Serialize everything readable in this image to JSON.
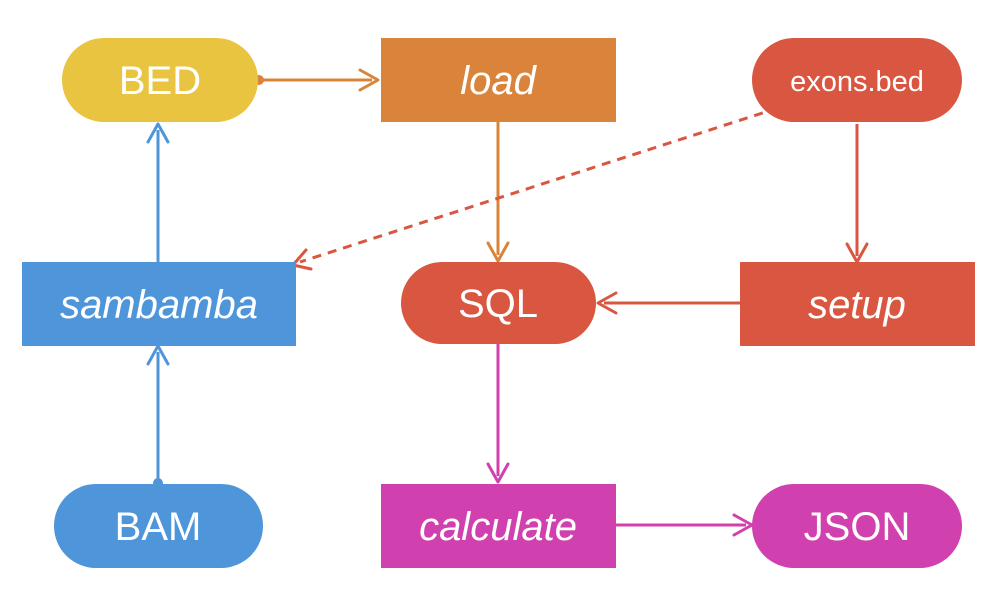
{
  "nodes": {
    "bed": {
      "label": "BED",
      "color": "#E9C440"
    },
    "load": {
      "label": "load",
      "color": "#D9843A"
    },
    "exons": {
      "label": "exons.bed",
      "color": "#D95640"
    },
    "sambamba": {
      "label": "sambamba",
      "color": "#4F95D9"
    },
    "sql": {
      "label": "SQL",
      "color": "#D95640"
    },
    "setup": {
      "label": "setup",
      "color": "#D95640"
    },
    "bam": {
      "label": "BAM",
      "color": "#4F95D9"
    },
    "calculate": {
      "label": "calculate",
      "color": "#D040AE"
    },
    "json": {
      "label": "JSON",
      "color": "#D040AE"
    }
  },
  "edges": [
    {
      "from": "bed",
      "to": "load",
      "color": "#D9843A",
      "style": "solid"
    },
    {
      "from": "load",
      "to": "sql",
      "color": "#D9843A",
      "style": "solid"
    },
    {
      "from": "exons",
      "to": "setup",
      "color": "#D95640",
      "style": "solid"
    },
    {
      "from": "exons",
      "to": "sambamba",
      "color": "#D95640",
      "style": "dashed"
    },
    {
      "from": "setup",
      "to": "sql",
      "color": "#D95640",
      "style": "solid"
    },
    {
      "from": "sambamba",
      "to": "bed",
      "color": "#4F95D9",
      "style": "solid"
    },
    {
      "from": "bam",
      "to": "sambamba",
      "color": "#4F95D9",
      "style": "solid"
    },
    {
      "from": "sql",
      "to": "calculate",
      "color": "#D040AE",
      "style": "solid"
    },
    {
      "from": "calculate",
      "to": "json",
      "color": "#D040AE",
      "style": "solid"
    }
  ]
}
